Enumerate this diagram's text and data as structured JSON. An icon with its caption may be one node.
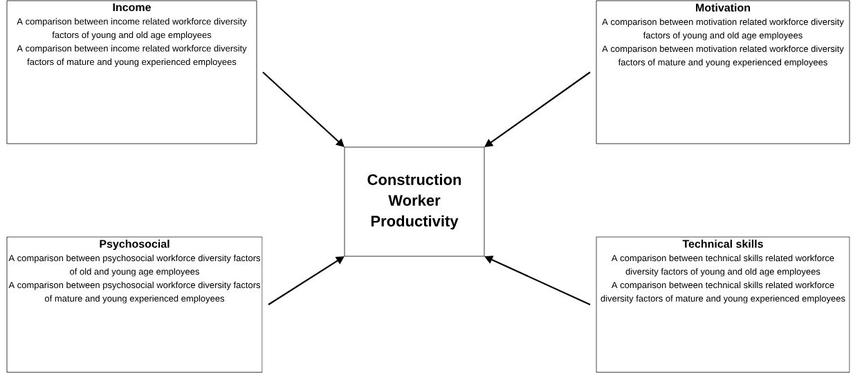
{
  "diagram": {
    "nodes": [
      {
        "text": [
          "Income",
          "A comparison between income related workforce diversity factors of young and old age employees",
          "A comparison between income related workforce diversity factors of mature and young experienced employees"
        ]
      },
      {
        "text": [
          "Motivation",
          "A comparison between  motivation related workforce diversity factors of young and old age employees",
          "A comparison between motivation related workforce diversity factors of mature and young experienced employees"
        ]
      },
      {
        "text": [
          "Psychosocial",
          "A comparison between psychosocial workforce diversity factors of old and young age employees",
          "A comparison between psychosocial workforce diversity factors of mature and young experienced employees"
        ]
      },
      {
        "text": [
          "Technical skills",
          "A comparison between technical skills related workforce diversity factors of young and old age employees",
          "A comparison between technical skills related workforce diversity factors of mature and young experienced employees"
        ]
      },
      {
        "text": [
          "Construction Worker Productivity"
        ]
      }
    ],
    "edges": [
      {
        "from": 0,
        "to": 4,
        "arrow": "to"
      },
      {
        "from": 1,
        "to": 4,
        "arrow": "to"
      },
      {
        "from": 2,
        "to": 4,
        "arrow": "to"
      },
      {
        "from": 3,
        "to": 4,
        "arrow": "to"
      }
    ]
  }
}
